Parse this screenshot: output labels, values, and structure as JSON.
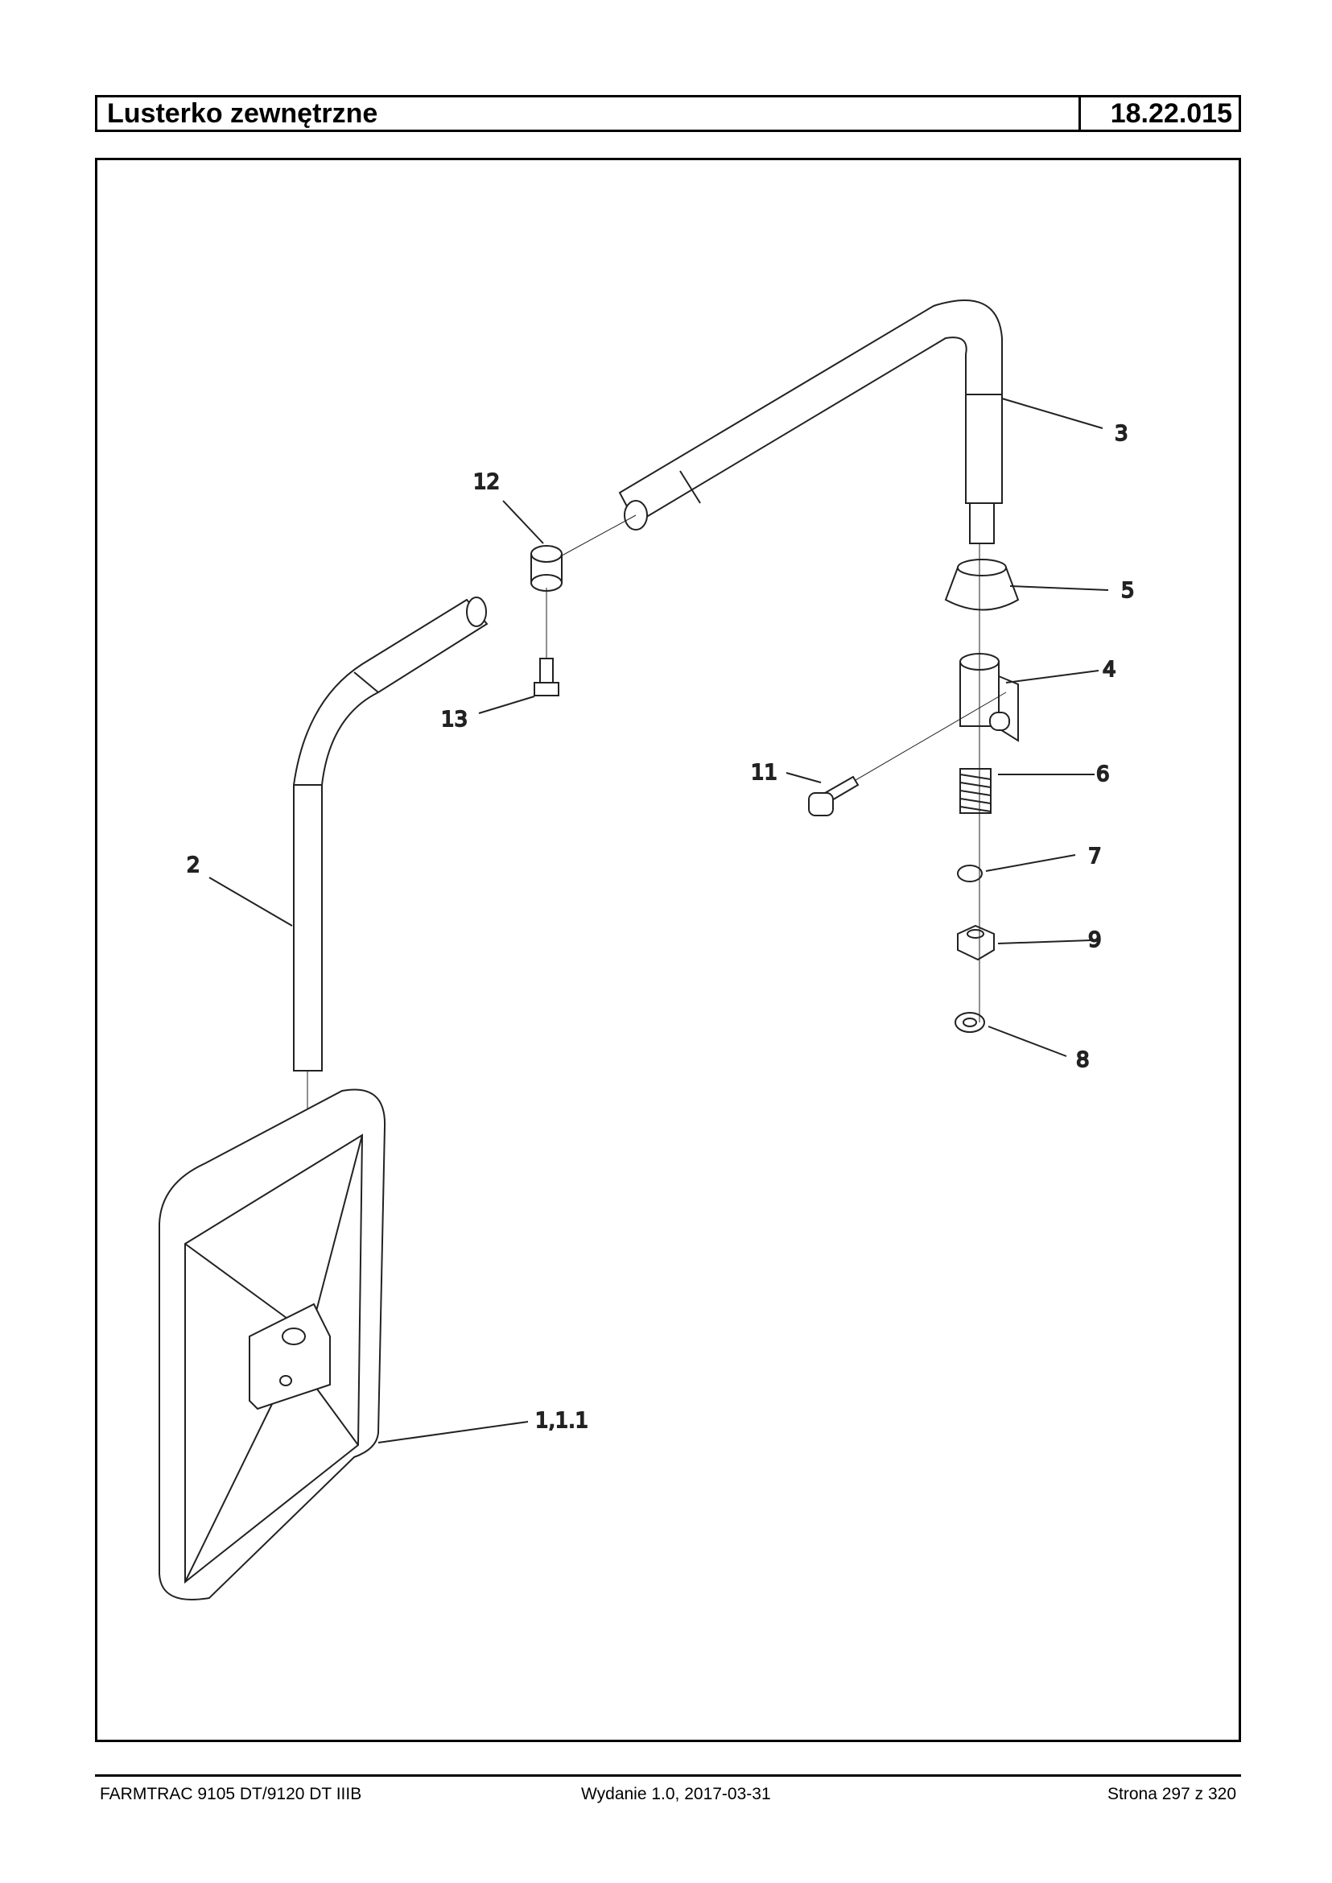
{
  "header": {
    "title": "Lusterko zewnętrzne",
    "code": "18.22.015"
  },
  "callouts": [
    "1,1.1",
    "2",
    "3",
    "4",
    "5",
    "6",
    "7",
    "8",
    "9",
    "11",
    "12",
    "13"
  ],
  "footer": {
    "model": "FARMTRAC 9105 DT/9120 DT IIIB",
    "edition": "Wydanie 1.0,  2017-03-31",
    "page": "Strona 297 z 320"
  }
}
